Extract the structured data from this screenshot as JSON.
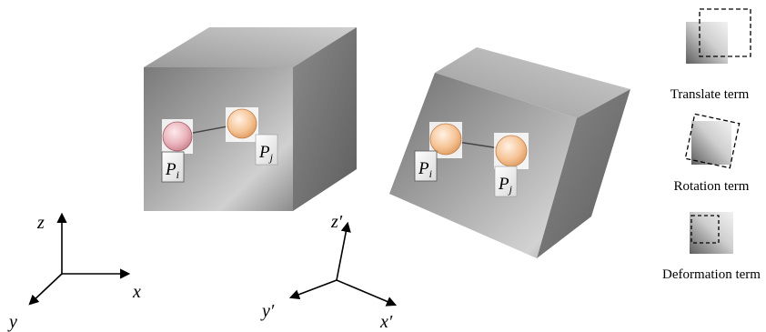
{
  "particles": {
    "left": {
      "pi": {
        "base": "P",
        "sub": "i"
      },
      "pj": {
        "base": "P",
        "sub": "j"
      }
    },
    "right": {
      "pi": {
        "base": "P",
        "sub": "i"
      },
      "pj": {
        "base": "P",
        "sub": "j"
      }
    }
  },
  "axes": {
    "original": {
      "z": "z",
      "x": "x",
      "y": "y"
    },
    "transformed": {
      "z": "z′",
      "x": "x′",
      "y": "y′"
    }
  },
  "legend": {
    "translate": "Translate term",
    "rotation": "Rotation term",
    "deformation": "Deformation term"
  },
  "colors": {
    "cube_face": "#8e8e8e",
    "cube_top": "#b4b4b4",
    "cube_side": "#767676",
    "particle_pink": "#e8a3ad",
    "particle_orange": "#f3b886",
    "outline": "#444444"
  }
}
